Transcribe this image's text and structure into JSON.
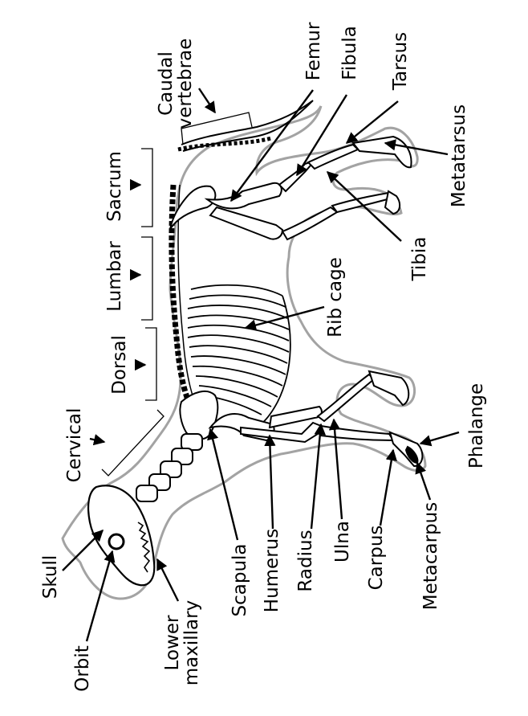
{
  "diagram": {
    "colors": {
      "ink": "#000000",
      "outline": "#a3a3a3",
      "background": "#ffffff"
    },
    "labels": {
      "caudal_line1": "Caudal",
      "caudal_line2": "vertebrae",
      "femur": "Femur",
      "fibula": "Fibula",
      "tarsus": "Tarsus",
      "metatarsus": "Metatarsus",
      "sacrum": "Sacrum",
      "lumbar": "Lumbar",
      "dorsal": "Dorsal",
      "cervical": "Cervical",
      "rib_cage": "Rib cage",
      "tibia": "Tibia",
      "phalange": "Phalange",
      "skull": "Skull",
      "orbit": "Orbit",
      "lower_line1": "Lower",
      "lower_line2": "maxillary",
      "scapula": "Scapula",
      "humerus": "Humerus",
      "radius": "Radius",
      "ulna": "Ulna",
      "carpus": "Carpus",
      "metacarpus": "Metacarpus"
    }
  }
}
